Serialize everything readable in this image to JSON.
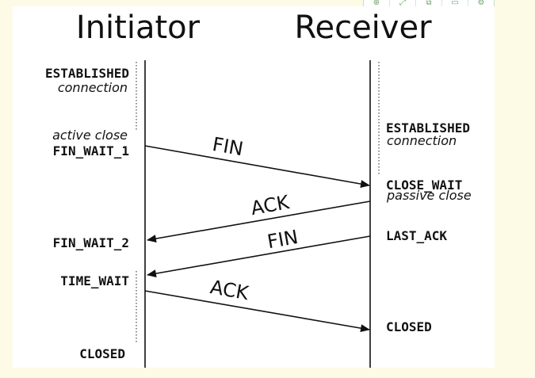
{
  "toolbar": {
    "buttons": [
      {
        "icon": "zoom-icon",
        "glyph": "⊕"
      },
      {
        "icon": "fullscreen-icon",
        "glyph": "⤢"
      },
      {
        "icon": "copy-icon",
        "glyph": "⧉"
      },
      {
        "icon": "save-icon",
        "glyph": "▭"
      },
      {
        "icon": "settings-icon",
        "glyph": "⚙"
      }
    ]
  },
  "diagram": {
    "initiator_title": "Initiator",
    "receiver_title": "Receiver",
    "initiator_states": {
      "established": "ESTABLISHED",
      "connection": "connection",
      "active_close": "active close",
      "fin_wait_1": "FIN_WAIT_1",
      "fin_wait_2": "FIN_WAIT_2",
      "time_wait": "TIME_WAIT",
      "closed": "CLOSED"
    },
    "receiver_states": {
      "established": "ESTABLISHED",
      "connection": "connection",
      "close_wait": "CLOSE_WAIT",
      "passive_close": "passive close",
      "last_ack": "LAST_ACK",
      "closed": "CLOSED"
    },
    "messages": {
      "fin_1": "FIN",
      "ack_1": "ACK",
      "fin_2": "FIN",
      "ack_2": "ACK"
    },
    "colors": {
      "line": "#111111",
      "background": "#ffffff",
      "page": "#fdfbe6"
    }
  }
}
